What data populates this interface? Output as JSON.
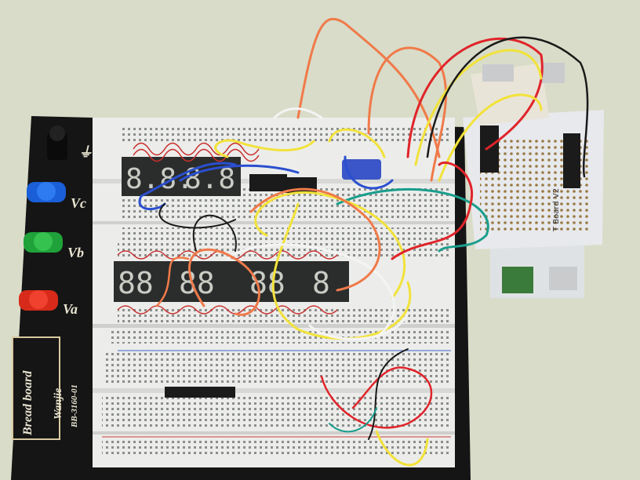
{
  "terminals": [
    {
      "name": "ground",
      "label": "⏚",
      "color": "#111111"
    },
    {
      "name": "vc",
      "label": "Vc",
      "color": "#1a5fd8"
    },
    {
      "name": "vb",
      "label": "Vb",
      "color": "#1fa23a"
    },
    {
      "name": "va",
      "label": "Va",
      "color": "#d82a1a"
    }
  ],
  "base_plate": {
    "brand_label": "Bread board",
    "maker_label": "Wanjie",
    "model_label": "BB-3160-01"
  },
  "pcb": {
    "label": "T Board V2"
  },
  "colors": {
    "background": "#d9dcc8",
    "base_plate": "#151515",
    "breadboard": "#ecedeb",
    "pcb": "#e7e9ec",
    "display": "#2a2d2c",
    "chip": "#1b1b1b",
    "wire_red": "#e0242a",
    "wire_orange": "#f07a4a",
    "wire_yellow": "#f2e23a",
    "wire_blue": "#2a4fd0",
    "wire_black": "#1a1a1a",
    "wire_white": "#f4f4f4",
    "wire_teal": "#1a9e8c"
  }
}
